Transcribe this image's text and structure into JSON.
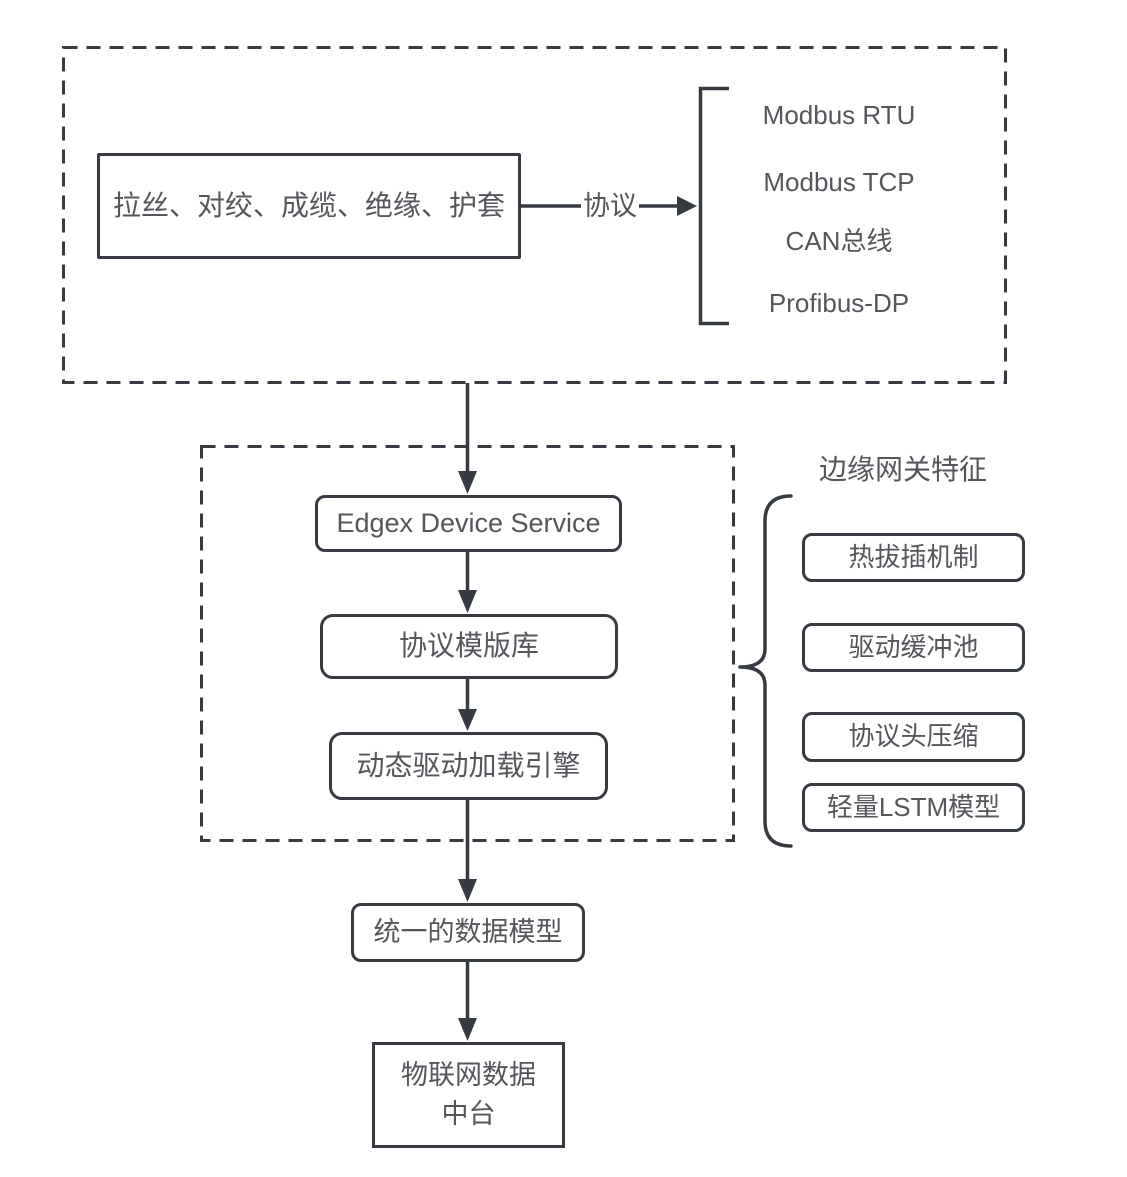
{
  "stage1": {
    "process_label": "拉丝、对绞、成缆、绝缘、护套",
    "edge_label": "协议",
    "protocols": [
      "Modbus RTU",
      "Modbus TCP",
      "CAN总线",
      "Profibus-DP"
    ]
  },
  "stage2": {
    "edgex": "Edgex Device Service",
    "template_lib": "协议模版库",
    "driver_engine": "动态驱动加载引擎"
  },
  "features": {
    "title": "边缘网关特征",
    "items": [
      "热拔插机制",
      "驱动缓冲池",
      "协议头压缩",
      "轻量LSTM模型"
    ]
  },
  "outputs": {
    "unified_model": "统一的数据模型",
    "iot_platform": "物联网数据\n中台"
  },
  "colors": {
    "stroke": "#363b42",
    "text": "#53565b"
  }
}
